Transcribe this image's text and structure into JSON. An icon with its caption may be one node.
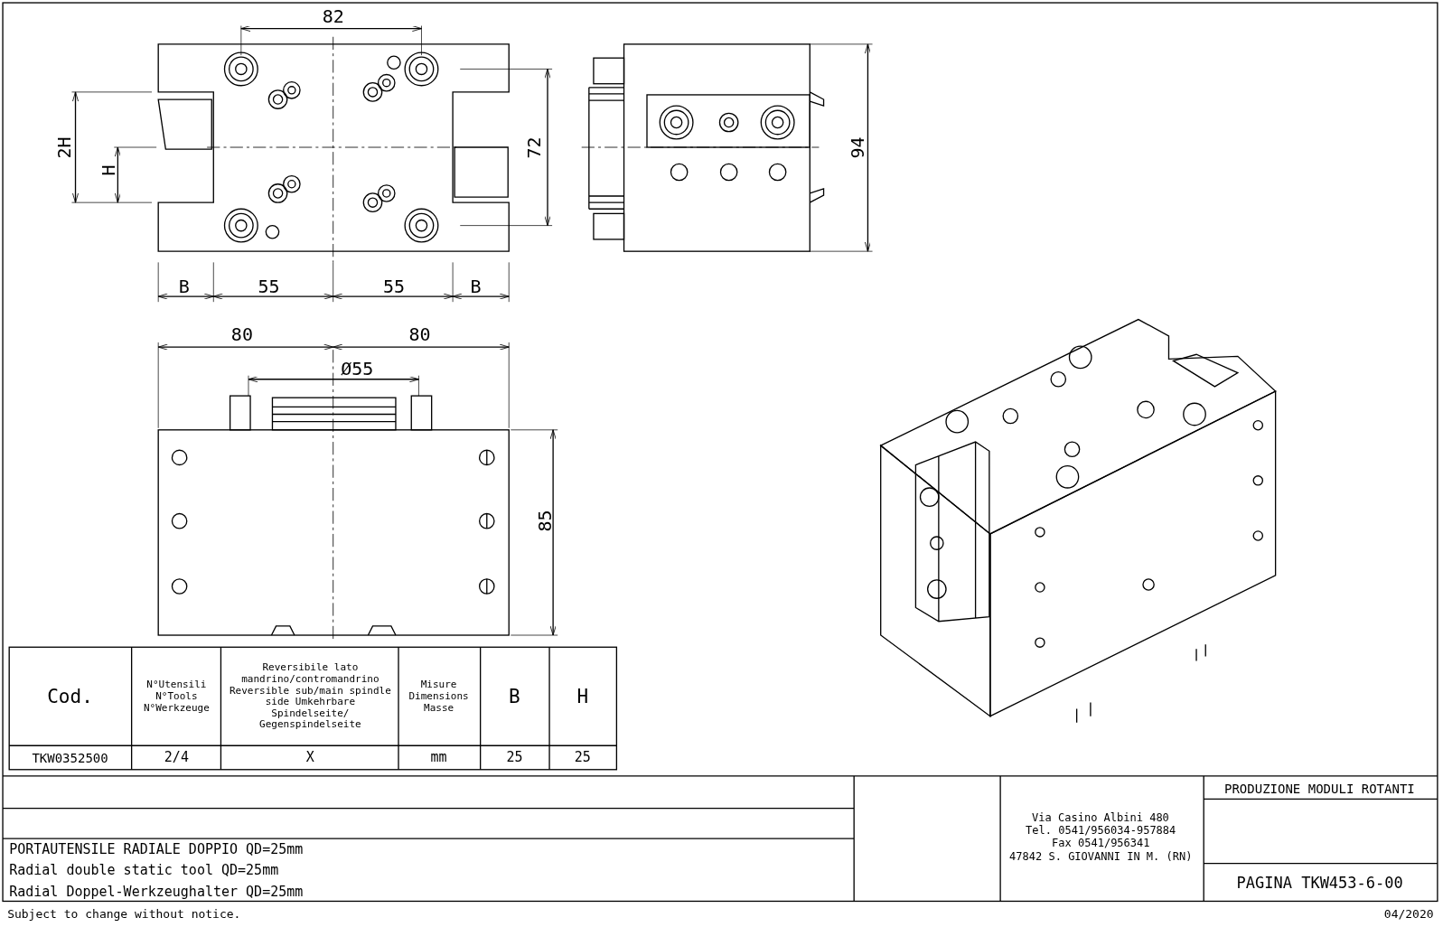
{
  "diagram": {
    "labels": [
      "82",
      "2H",
      "H",
      "72",
      "94",
      "B",
      "55",
      "55",
      "B",
      "80",
      "80",
      "Ø55",
      "85",
      "Cod.",
      "N°Utensili N°Tools N°Werkzeuge",
      "Reversibile lato mandrino/contromandrino Reversible sub/main spindle side Umkehrbare Spindelseite/ Gegenspindelseite",
      "Misure Dimensions Masse",
      "B",
      "H",
      "TKW0352500",
      "2/4",
      "X",
      "mm",
      "25",
      "25",
      "PORTAUTENSILE RADIALE DOPPIO QD=25mm",
      "Radial double static tool QD=25mm",
      "Radial Doppel-Werkzeughalter QD=25mm",
      "Via Casino Albini 480",
      "Tel. 0541/956034-957884",
      "Fax 0541/956341",
      "47842 S. GIOVANNI IN M. (RN)",
      "PRODUZIONE MODULI ROTANTI",
      "PAGINA TKW453-6-00",
      "Subject to change without notice.",
      "04/2020"
    ]
  }
}
